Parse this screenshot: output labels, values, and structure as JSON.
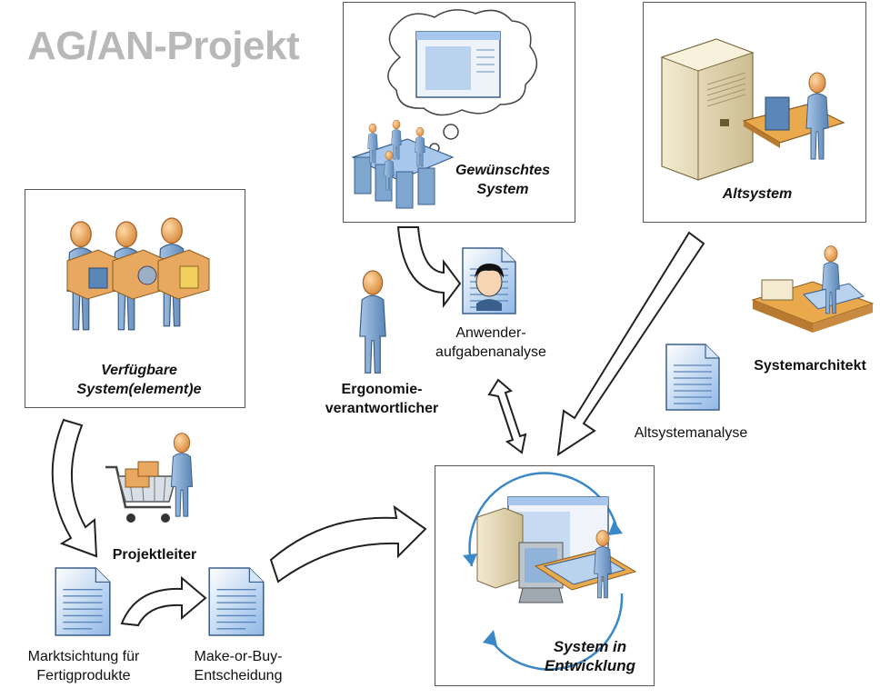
{
  "title": "AG/AN-Projekt",
  "labels": {
    "gewuenschtes_line1": "Gewünschtes",
    "gewuenschtes_line2": "System",
    "altsystem": "Altsystem",
    "verfuegbare_line1": "Verfügbare",
    "verfuegbare_line2": "System(element)e",
    "anwender_line1": "Anwender-",
    "anwender_line2": "aufgabenanalyse",
    "ergonomie_line1": "Ergonomie-",
    "ergonomie_line2": "verantwortlicher",
    "systemarchitekt": "Systemarchitekt",
    "altsystemanalyse": "Altsystemanalyse",
    "projektleiter": "Projektleiter",
    "marktsichtung_line1": "Marktsichtung für",
    "marktsichtung_line2": "Fertigprodukte",
    "makebuy_line1": "Make-or-Buy-",
    "makebuy_line2": "Entscheidung",
    "entwicklung_line1": "System in",
    "entwicklung_line2": "Entwicklung"
  },
  "colors": {
    "title": "#b8b8b8",
    "person_skin": "#f0b070",
    "person_body": "#7ea6cf",
    "doc_fill": "#a7c8ec",
    "cycle": "#3a88c8"
  }
}
